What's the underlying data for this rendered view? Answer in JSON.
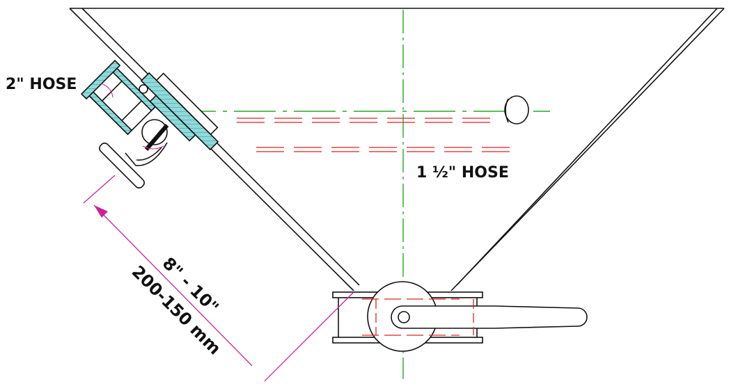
{
  "labels": {
    "hose_2in": "2\" HOSE",
    "hose_1_5in": "1 ½\" HOSE",
    "dim_inches": "8\" - 10\"",
    "dim_mm": "200-150 mm"
  },
  "colors": {
    "outline": "#111111",
    "centerline": "#22aa22",
    "hidden_red": "#dd2222",
    "dimension": "#cc2299",
    "section_fill": "#66cccc"
  }
}
